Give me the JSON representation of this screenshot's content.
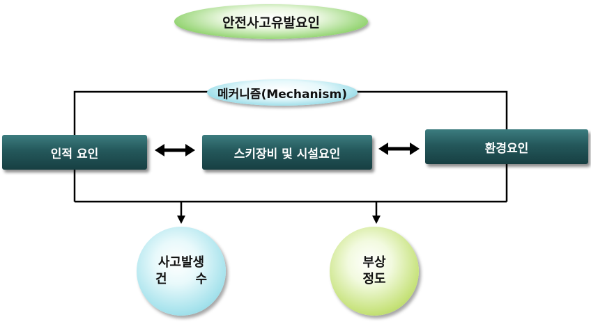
{
  "title": "안전사고유발요인",
  "mechanism": "메커니즘(Mechanism)",
  "factors": {
    "human": "인적 요인",
    "equipment": "스키장비 및 시설요인",
    "environment": "환경요인"
  },
  "outcomes": {
    "accidents_line1": "사고발생",
    "accidents_line2_a": "건",
    "accidents_line2_b": "수",
    "injury_line1": "부상",
    "injury_line2": "정도"
  },
  "colors": {
    "box": "#24585b",
    "title_oval": "#8fd26c",
    "mechanism_oval": "#8fd9e6",
    "accidents_circle": "#a5e2ec",
    "injury_circle": "#c6e27a",
    "line": "#000000"
  }
}
